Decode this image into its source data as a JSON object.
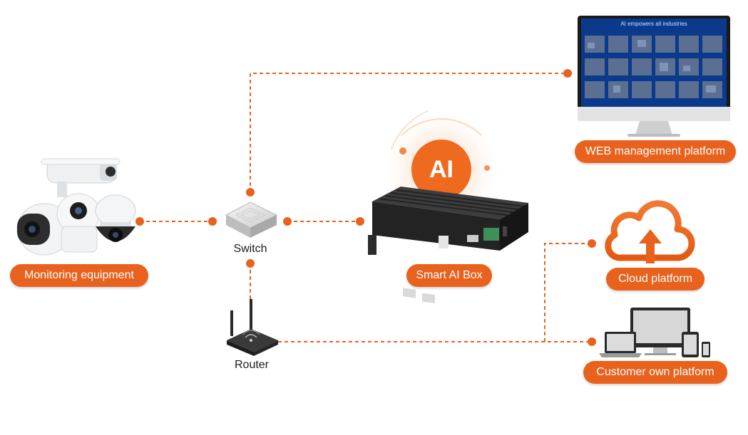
{
  "colors": {
    "accent": "#e8621d",
    "connector": "#e8621d",
    "device_dark": "#1f1f1f",
    "screen_blue": "#0b3a8c"
  },
  "labels": {
    "monitoring": "Monitoring equipment",
    "switch": "Switch",
    "router": "Router",
    "smart_ai_box": "Smart AI Box",
    "ai_badge": "AI",
    "web_platform": "WEB management platform",
    "cloud": "Cloud platform",
    "customer": "Customer own platform",
    "screen_title": "AI empowers all industries"
  },
  "icons": {
    "cameras": "cctv-cameras-icon",
    "switch": "network-switch-icon",
    "router": "wifi-router-icon",
    "ai_box": "edge-computer-icon",
    "monitor": "monitor-icon",
    "cloud": "cloud-upload-icon",
    "devices": "multi-device-icon"
  }
}
